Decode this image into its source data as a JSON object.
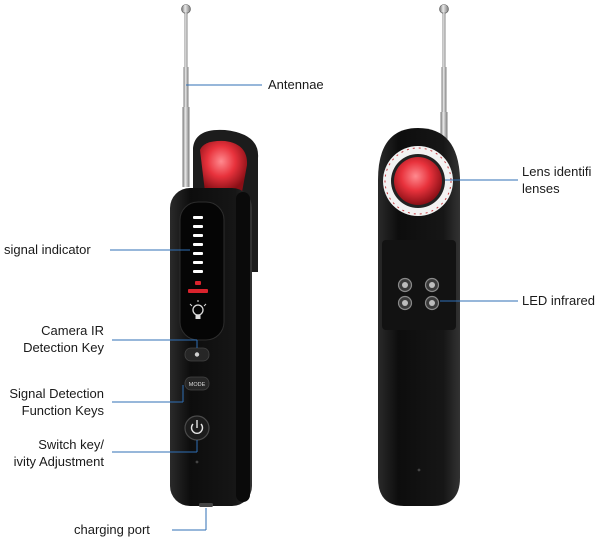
{
  "labels": {
    "antennae": "Antennae",
    "signal_indicator": "signal indicator",
    "camera_ir_line1": "Camera IR",
    "camera_ir_line2": "Detection Key",
    "signal_detection_line1": "Signal Detection",
    "signal_detection_line2": "Function Keys",
    "switch_key_line1": "Switch key/",
    "switch_key_line2": "ivity Adjustment",
    "charging_port": "charging port",
    "lens_identify_line1": "Lens identifi",
    "lens_identify_line2": "lenses",
    "led_infrared": "LED infrared"
  },
  "device_text": {
    "mode_button": "MODE"
  },
  "colors": {
    "callout_line": "#2f6fb5",
    "device_body": "#151515",
    "lens_red": "#e8323c",
    "indicator_led": "#ffffff"
  }
}
